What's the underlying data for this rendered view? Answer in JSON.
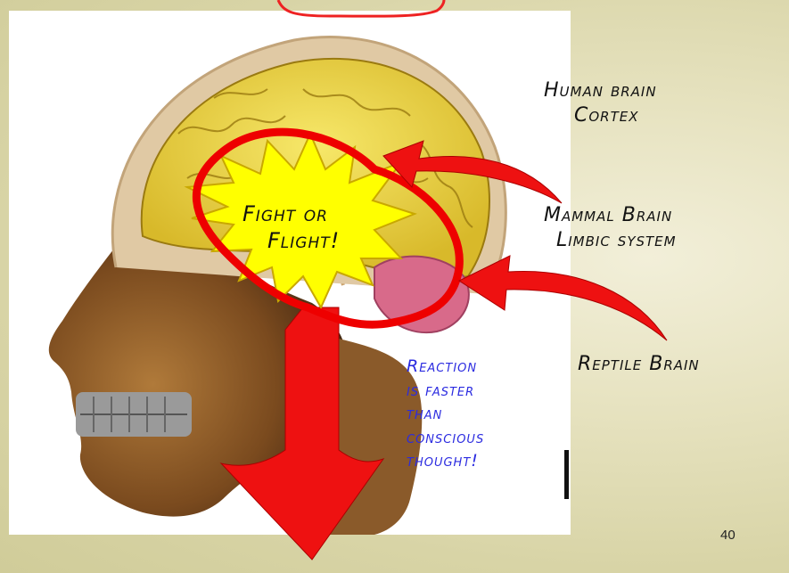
{
  "labels": {
    "cortex_line1": "Human brain",
    "cortex_line2": "Cortex",
    "limbic_line1": "Mammal Brain",
    "limbic_line2": "Limbic system",
    "reptile": "Reptile Brain"
  },
  "starburst": {
    "line1": "Fight or",
    "line2": "Flight!"
  },
  "reaction_lines": [
    "Reaction",
    "is faster",
    "than",
    "conscious",
    "thought!"
  ],
  "slide_number": "40",
  "colors": {
    "starburst_fill": "#ffff00",
    "outline_red": "#ee0000",
    "arrow_red": "#ee1111",
    "reaction_text": "#2b2be0"
  }
}
